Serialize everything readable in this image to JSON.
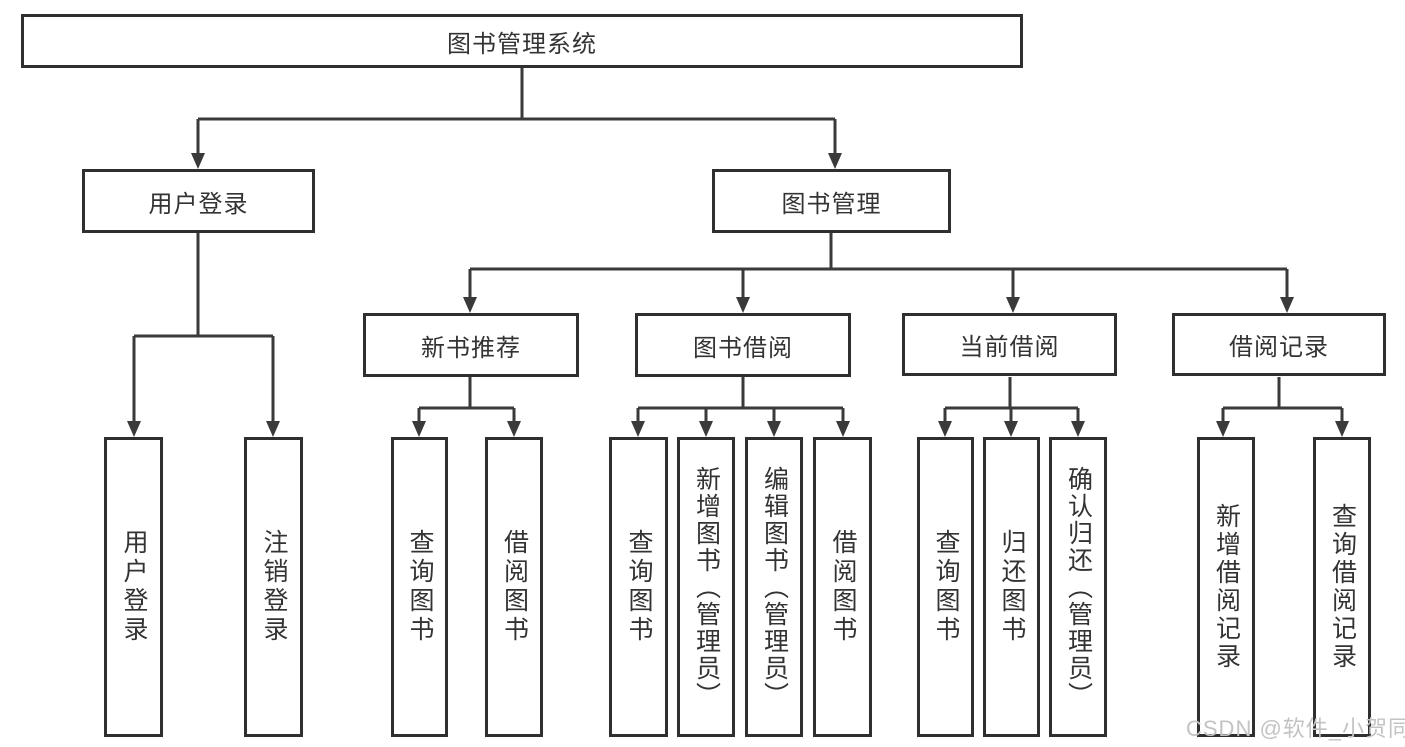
{
  "diagram": {
    "colors": {
      "line": "#3a3a3a",
      "box_border": "#2f2f2f",
      "text": "#333333",
      "background": "#ffffff",
      "watermark": "#c3c3c3"
    },
    "nodes": {
      "root": "图书管理系统",
      "user_login": "用户登录",
      "book_mgmt": "图书管理",
      "new_book_rec": "新书推荐",
      "book_borrow": "图书借阅",
      "current_borrow": "当前借阅",
      "borrow_record": "借阅记录",
      "leaf_user_login": "用户登录",
      "leaf_logout": "注销登录",
      "leaf_query_book_1": "查询图书",
      "leaf_borrow_book_1": "借阅图书",
      "leaf_query_book_2": "查询图书",
      "leaf_add_book": "新增图书（管理员）",
      "leaf_edit_book": "编辑图书（管理员）",
      "leaf_borrow_book_2": "借阅图书",
      "leaf_query_book_3": "查询图书",
      "leaf_return_book": "归还图书",
      "leaf_confirm_return": "确认归还（管理员）",
      "leaf_add_record": "新增借阅记录",
      "leaf_query_record": "查询借阅记录"
    },
    "watermark": "CSDN @软件_小贺同学"
  }
}
